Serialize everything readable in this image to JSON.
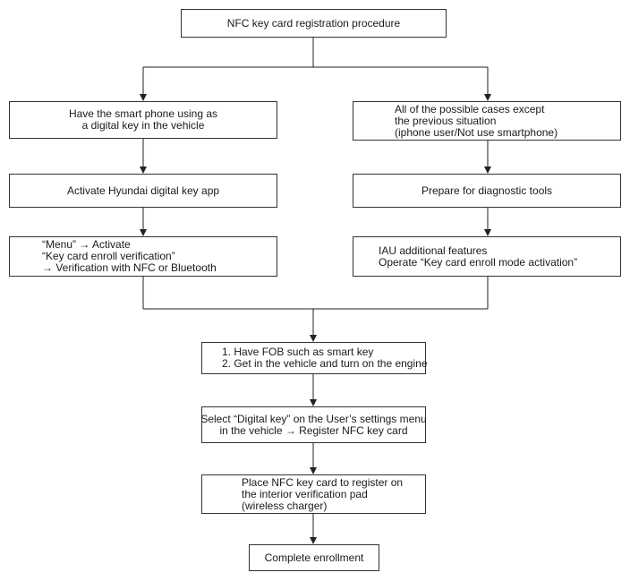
{
  "diagram": {
    "title": "NFC key card registration procedure",
    "left_branch": {
      "step1": [
        "Have the smart phone using as",
        "a digital key in the vehicle"
      ],
      "step2": [
        "Activate Hyundai digital key app"
      ],
      "step3": [
        "“Menu” → Activate",
        "“Key card enroll verification”",
        "→ Verification with NFC or Bluetooth"
      ]
    },
    "right_branch": {
      "step1": [
        "All of the possible cases except",
        "the previous situation",
        "(iphone user/Not use smartphone)"
      ],
      "step2": [
        "Prepare for diagnostic tools"
      ],
      "step3": [
        "IAU additional features",
        "Operate “Key card enroll mode activation”"
      ]
    },
    "merged_steps": {
      "step1": [
        "1. Have FOB such as smart key",
        "2. Get in the vehicle and turn on the engine"
      ],
      "step2": [
        "Select “Digital key” on the User’s settings menu",
        "in the vehicle → Register NFC key card"
      ],
      "step3": [
        "Place NFC key card to register on",
        "the interior verification pad",
        "(wireless charger)"
      ],
      "final": [
        "Complete enrollment"
      ]
    }
  }
}
